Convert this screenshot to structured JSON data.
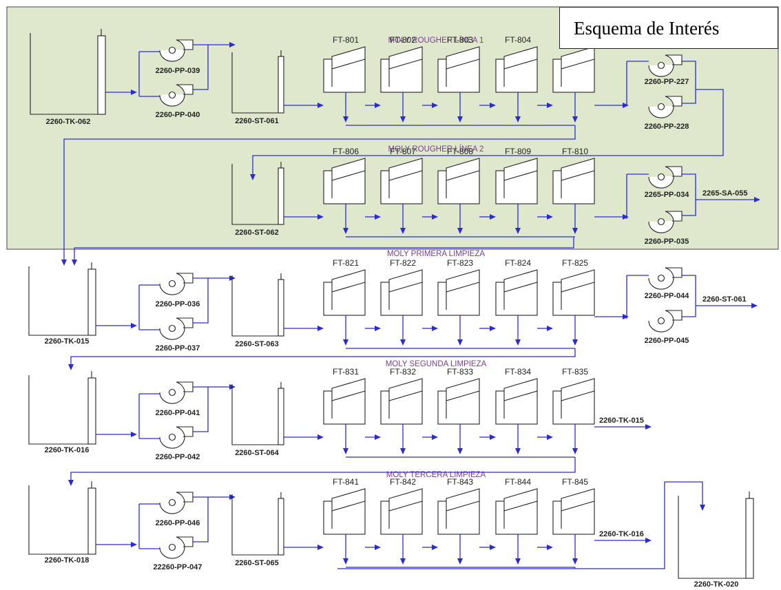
{
  "callout": {
    "text": "Esquema de Interés"
  },
  "colors": {
    "highlight_fill": "#dfe8cc",
    "flow_line": "#2b2bd6",
    "section_title": "#7a3d95",
    "equipment_outline": "#222222"
  },
  "icons": {
    "tank": "tank-icon",
    "pump": "centrifugal-pump-icon",
    "cell": "flotation-cell-icon",
    "arrow": "flow-arrow-icon"
  },
  "rows": [
    {
      "id": "rougher-1",
      "title": "MOLY ROUGHER LÍNEA 1",
      "tank": "2260-TK-062",
      "pumps_in": [
        "2260-PP-039",
        "2260-PP-040"
      ],
      "sump": "2260-ST-061",
      "cells": [
        "FT-801",
        "FT-802",
        "FT-803",
        "FT-804",
        "FT-805"
      ],
      "pumps_out": [
        "2260-PP-227",
        "2260-PP-228"
      ],
      "outlet": ""
    },
    {
      "id": "rougher-2",
      "title": "MOLY ROUGHER LÍNEA 2",
      "tank": "",
      "pumps_in": [],
      "sump": "2260-ST-062",
      "cells": [
        "FT-806",
        "FT-807",
        "FT-808",
        "FT-809",
        "FT-810"
      ],
      "pumps_out": [
        "2265-PP-034",
        "2260-PP-035"
      ],
      "outlet": "2265-SA-055"
    },
    {
      "id": "primera",
      "title": "MOLY PRIMERA LIMPIEZA",
      "tank": "2260-TK-015",
      "pumps_in": [
        "2260-PP-036",
        "2260-PP-037"
      ],
      "sump": "2260-ST-063",
      "cells": [
        "FT-821",
        "FT-822",
        "FT-823",
        "FT-824",
        "FT-825"
      ],
      "pumps_out": [
        "2260-PP-044",
        "2260-PP-045"
      ],
      "outlet": "2260-ST-061"
    },
    {
      "id": "segunda",
      "title": "MOLY SEGUNDA LIMPIEZA",
      "tank": "2260-TK-016",
      "pumps_in": [
        "2260-PP-041",
        "2260-PP-042"
      ],
      "sump": "2260-ST-064",
      "cells": [
        "FT-831",
        "FT-832",
        "FT-833",
        "FT-834",
        "FT-835"
      ],
      "pumps_out": [],
      "outlet": "2260-TK-015"
    },
    {
      "id": "tercera",
      "title": "MOLY TERCERA LIMPIEZA",
      "tank": "2260-TK-018",
      "pumps_in": [
        "2260-PP-046",
        "22260-PP-047"
      ],
      "sump": "2260-ST-065",
      "cells": [
        "FT-841",
        "FT-842",
        "FT-843",
        "FT-844",
        "FT-845"
      ],
      "pumps_out": [],
      "outlet": "2260-TK-016"
    }
  ],
  "final_tank": "2260-TK-020"
}
